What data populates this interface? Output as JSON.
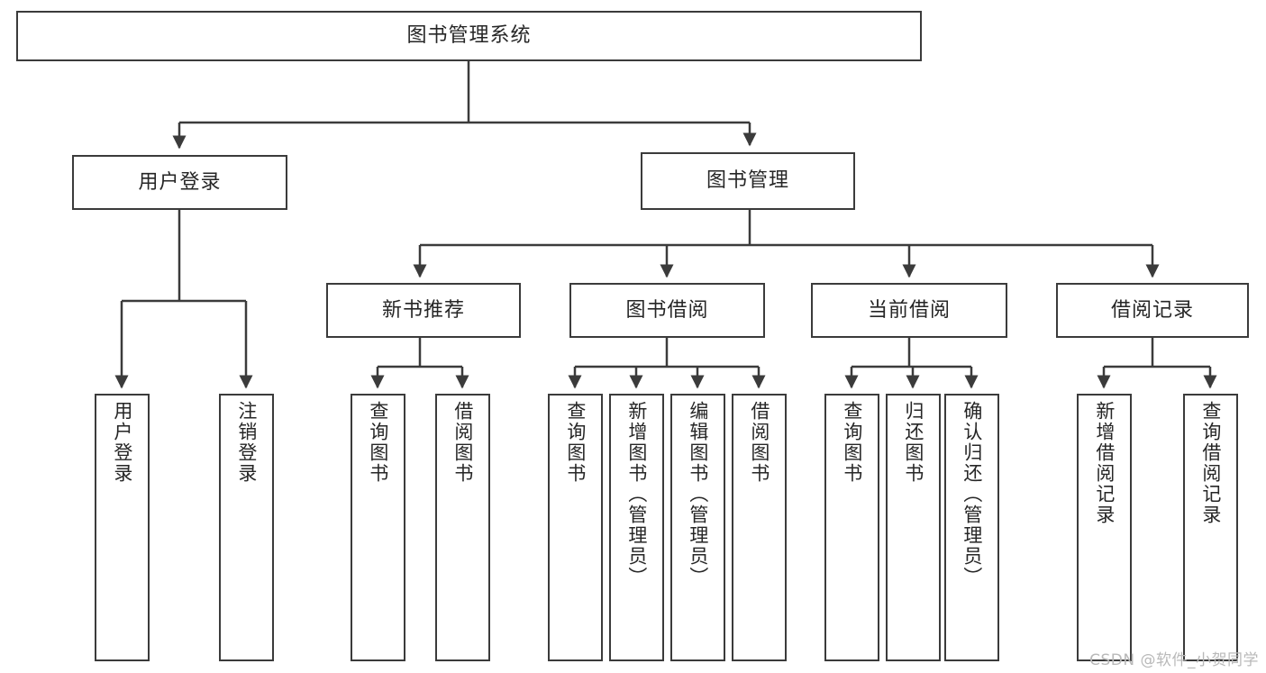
{
  "diagram": {
    "type": "tree-hierarchy",
    "title": "图书管理系统",
    "root": {
      "id": "root",
      "label": "图书管理系统",
      "orientation": "horizontal"
    },
    "level1": [
      {
        "id": "user-login",
        "label": "用户登录",
        "orientation": "horizontal"
      },
      {
        "id": "book-management",
        "label": "图书管理",
        "orientation": "horizontal"
      }
    ],
    "level2": [
      {
        "id": "new-book-recommend",
        "label": "新书推荐",
        "orientation": "horizontal",
        "parent": "book-management"
      },
      {
        "id": "book-borrow",
        "label": "图书借阅",
        "orientation": "horizontal",
        "parent": "book-management"
      },
      {
        "id": "current-borrow",
        "label": "当前借阅",
        "orientation": "horizontal",
        "parent": "book-management"
      },
      {
        "id": "borrow-record",
        "label": "借阅记录",
        "orientation": "horizontal",
        "parent": "book-management"
      }
    ],
    "leaves": [
      {
        "id": "leaf-user-login",
        "label": "用户登录",
        "parent": "user-login",
        "orientation": "vertical"
      },
      {
        "id": "leaf-logout-login",
        "label": "注销登录",
        "parent": "user-login",
        "orientation": "vertical"
      },
      {
        "id": "leaf-query-book-1",
        "label": "查询图书",
        "parent": "new-book-recommend",
        "orientation": "vertical"
      },
      {
        "id": "leaf-borrow-book-1",
        "label": "借阅图书",
        "parent": "new-book-recommend",
        "orientation": "vertical"
      },
      {
        "id": "leaf-query-book-2",
        "label": "查询图书",
        "parent": "book-borrow",
        "orientation": "vertical"
      },
      {
        "id": "leaf-add-book",
        "label": "新增图书（管理员）",
        "parent": "book-borrow",
        "orientation": "vertical"
      },
      {
        "id": "leaf-edit-book",
        "label": "编辑图书（管理员）",
        "parent": "book-borrow",
        "orientation": "vertical"
      },
      {
        "id": "leaf-borrow-book-2",
        "label": "借阅图书",
        "parent": "book-borrow",
        "orientation": "vertical"
      },
      {
        "id": "leaf-query-book-3",
        "label": "查询图书",
        "parent": "current-borrow",
        "orientation": "vertical"
      },
      {
        "id": "leaf-return-book",
        "label": "归还图书",
        "parent": "current-borrow",
        "orientation": "vertical"
      },
      {
        "id": "leaf-confirm-return",
        "label": "确认归还（管理员）",
        "parent": "current-borrow",
        "orientation": "vertical"
      },
      {
        "id": "leaf-add-borrow-record",
        "label": "新增借阅记录",
        "parent": "borrow-record",
        "orientation": "vertical"
      },
      {
        "id": "leaf-query-borrow-record",
        "label": "查询借阅记录",
        "parent": "borrow-record",
        "orientation": "vertical"
      }
    ],
    "colors": {
      "box_border": "#3b3b3b",
      "box_fill": "#ffffff",
      "connector": "#3b3b3b",
      "text": "#262626",
      "background": "#ffffff",
      "watermark": "#b9b9b9"
    }
  },
  "watermark": {
    "text": "CSDN @软件_小贺同学"
  }
}
